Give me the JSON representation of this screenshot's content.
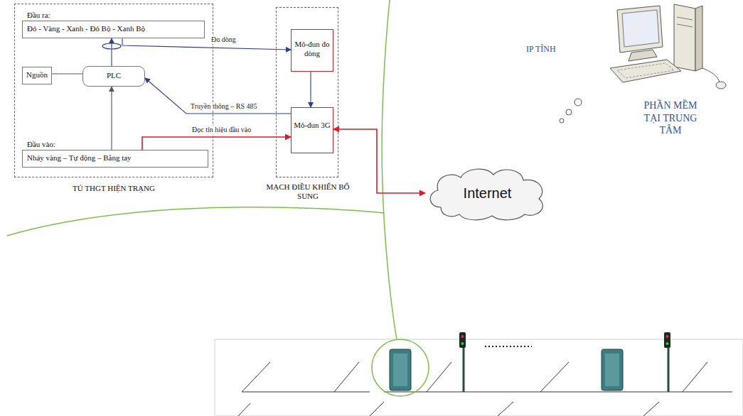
{
  "diagram": {
    "nodes": [
      {
        "text": [
          "TỦ THGT HIỆN TRẠNG"
        ]
      },
      {
        "text": [
          "Đầu ra:",
          "Đỏ - Vàng - Xanh - Đỏ Bộ - Xanh Bộ"
        ],
        "in": 0
      },
      {
        "text": [
          "Nguồn"
        ],
        "in": 0
      },
      {
        "text": [
          "PLC"
        ],
        "in": 0
      },
      {
        "text": [
          "Đầu vào:",
          "Nháy vàng – Tự động – Bằng tay"
        ],
        "in": 0
      },
      {
        "text": [
          "MẠCH ĐIỀU KHIỂN BỔ SUNG"
        ]
      },
      {
        "text": [
          "Mô-đun đo dòng"
        ],
        "in": 5
      },
      {
        "text": [
          "Mô-đun 3G"
        ],
        "in": 5
      },
      {
        "text": [
          "Internet"
        ]
      },
      {
        "text": [
          "IP TĨNH",
          "PHẦN MỀM TẠI TRUNG TÂM"
        ]
      }
    ],
    "edges": [
      {
        "from": 1,
        "to": 6,
        "label": "Đo dòng",
        "arrow": "to"
      },
      {
        "from": 3,
        "to": 1,
        "arrow": "to"
      },
      {
        "from": 2,
        "to": 3,
        "arrow": "none"
      },
      {
        "from": 4,
        "to": 3,
        "arrow": "to"
      },
      {
        "from": 6,
        "to": 7,
        "arrow": "to"
      },
      {
        "from": 7,
        "to": 3,
        "label": "Truyền thông – RS 485",
        "arrow": "to"
      },
      {
        "from": 4,
        "to": 7,
        "label": "Đọc tín hiệu đầu vào",
        "arrow": "to"
      },
      {
        "from": 7,
        "to": 8,
        "arrow": "both"
      }
    ]
  }
}
